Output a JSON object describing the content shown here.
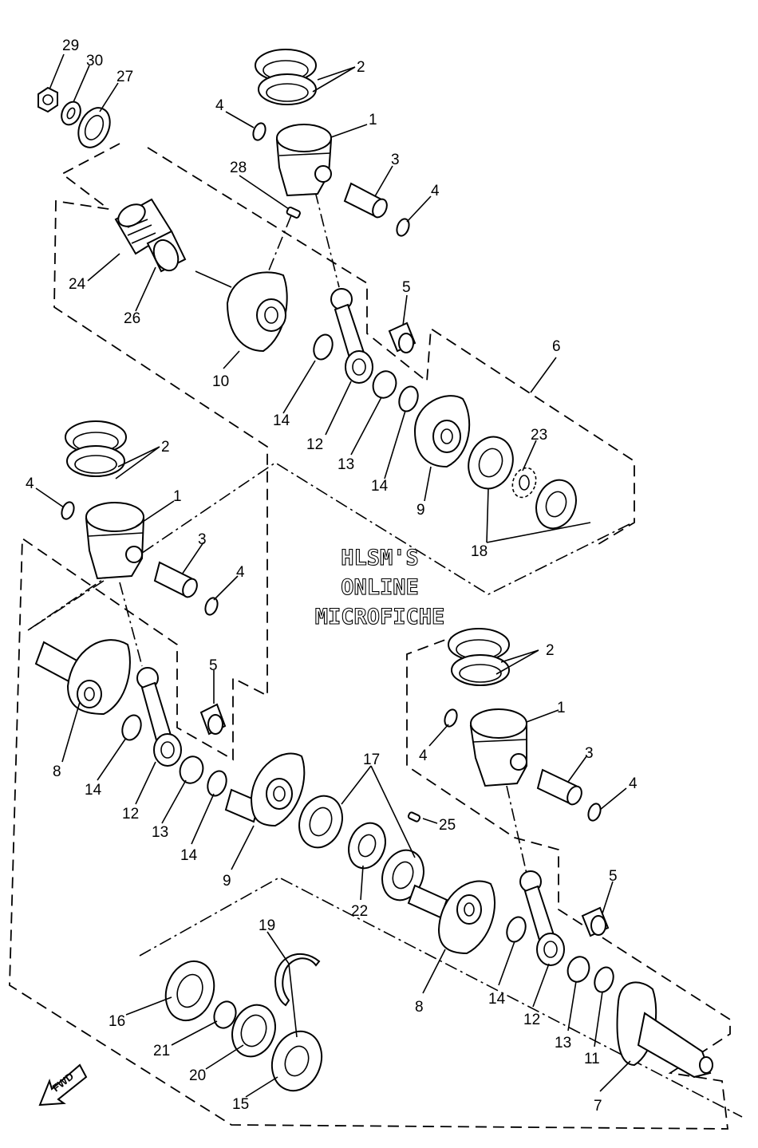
{
  "watermark": {
    "line1": "HLSM'S",
    "line2": "ONLINE",
    "line3": "MICROFICHE"
  },
  "fwd_label": "FWD",
  "callouts": {
    "c29": "29",
    "c30": "30",
    "c27": "27",
    "c2_top": "2",
    "c1_top": "1",
    "c4_top_a": "4",
    "c3_top": "3",
    "c4_top_b": "4",
    "c28": "28",
    "c24": "24",
    "c26": "26",
    "c5_top": "5",
    "c6": "6",
    "c10": "10",
    "c14_top": "14",
    "c12_top": "12",
    "c13_top": "13",
    "c14_top_b": "14",
    "c9_top": "9",
    "c23": "23",
    "c18": "18",
    "c2_mid": "2",
    "c4_mid_a": "4",
    "c1_mid": "1",
    "c3_mid": "3",
    "c4_mid_b": "4",
    "c5_mid": "5",
    "c8_mid": "8",
    "c14_mid": "14",
    "c12_mid": "12",
    "c13_mid": "13",
    "c14_mid_b": "14",
    "c9_mid": "9",
    "c17": "17",
    "c25": "25",
    "c22": "22",
    "c2_right": "2",
    "c1_right": "1",
    "c4_right_a": "4",
    "c3_right": "3",
    "c4_right_b": "4",
    "c5_right": "5",
    "c8_right": "8",
    "c14_right": "14",
    "c12_right": "12",
    "c13_right": "13",
    "c11": "11",
    "c7": "7",
    "c19": "19",
    "c16": "16",
    "c21": "21",
    "c20": "20",
    "c15": "15"
  }
}
